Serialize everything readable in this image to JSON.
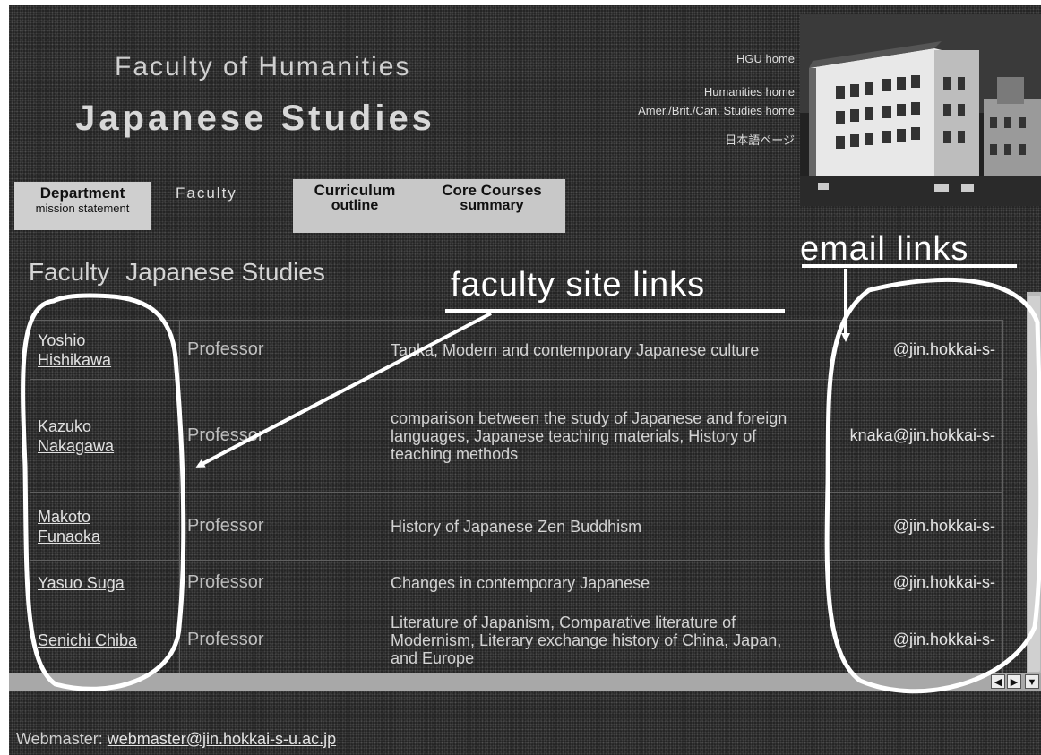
{
  "header": {
    "faculty_of": "Faculty of Humanities",
    "dept_title": "Japanese Studies"
  },
  "top_links": [
    {
      "label": "HGU home"
    },
    {
      "label": "Humanities home"
    },
    {
      "label": "Amer./Brit./Can. Studies home"
    },
    {
      "label": "日本語ページ"
    }
  ],
  "nav": {
    "department": {
      "main": "Department",
      "sub": "mission statement"
    },
    "faculty": "Faculty",
    "curriculum": {
      "main": "Curriculum",
      "sub": "outline"
    },
    "core_courses": {
      "main": "Core Courses",
      "sub": "summary"
    }
  },
  "section_heading": {
    "part1": "Faculty",
    "part2": "Japanese Studies"
  },
  "faculty_rows": [
    {
      "name": "Yoshio Hishikawa",
      "rank": "Professor",
      "field": "Tanka, Modern and contemporary Japanese culture",
      "email": "@jin.hokkai-s-"
    },
    {
      "name": "Kazuko Nakagawa",
      "rank": "Professor",
      "field": "comparison between the study of Japanese and foreign languages, Japanese teaching materials, History of teaching methods",
      "email": "knaka@jin.hokkai-s-"
    },
    {
      "name": "Makoto Funaoka",
      "rank": "Professor",
      "field": "History of Japanese Zen Buddhism",
      "email": "@jin.hokkai-s-"
    },
    {
      "name": "Yasuo Suga",
      "rank": "Professor",
      "field": "Changes in contemporary Japanese",
      "email": "@jin.hokkai-s-"
    },
    {
      "name": "Senichi Chiba",
      "rank": "Professor",
      "field": "Literature of Japanism, Comparative literature of Modernism, Literary exchange history of China, Japan, and Europe",
      "email": "@jin.hokkai-s-"
    }
  ],
  "footer": {
    "label": "Webmaster:",
    "email": "webmaster@jin.hokkai-s-u.ac.jp"
  },
  "annotations": {
    "email_links": "email links",
    "faculty_site_links": "faculty site links"
  }
}
